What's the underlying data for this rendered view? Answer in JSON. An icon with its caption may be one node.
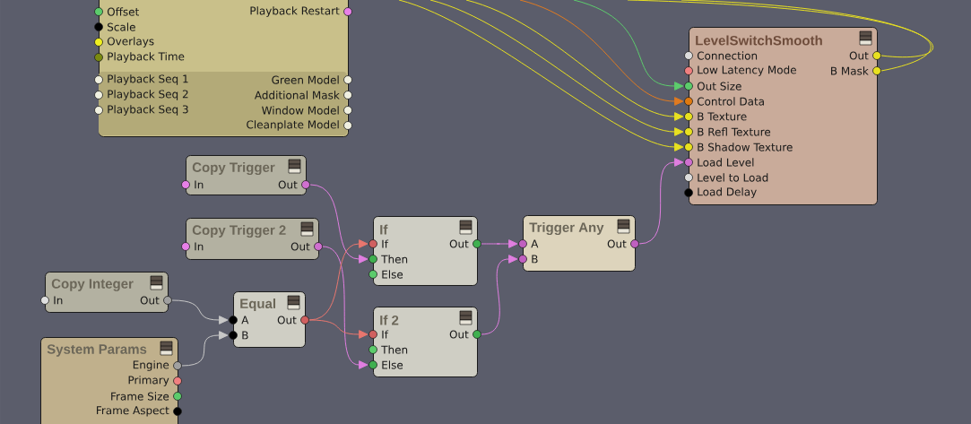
{
  "diagram": {
    "nodes": [
      {
        "text": [],
        "shape": "box"
      },
      {
        "text": [
          "Offset"
        ],
        "in": 0
      },
      {
        "text": [
          "Scale"
        ],
        "in": 0
      },
      {
        "text": [
          "Overlays"
        ],
        "in": 0
      },
      {
        "text": [
          "Playback Time"
        ],
        "in": 0
      },
      {
        "text": [
          "Playback Restart"
        ],
        "in": 0
      },
      {
        "text": [
          "Playback Seq 1"
        ],
        "in": 0
      },
      {
        "text": [
          "Playback Seq 2"
        ],
        "in": 0
      },
      {
        "text": [
          "Playback Seq 3"
        ],
        "in": 0
      },
      {
        "text": [
          "Green Model"
        ],
        "in": 0
      },
      {
        "text": [
          "Additional Mask"
        ],
        "in": 0
      },
      {
        "text": [
          "Window Model"
        ],
        "in": 0
      },
      {
        "text": [
          "Cleanplate Model"
        ],
        "in": 0
      },
      {
        "text": [
          "LevelSwitchSmooth"
        ]
      },
      {
        "text": [
          "Connection"
        ],
        "in": 13
      },
      {
        "text": [
          "Low Latency Mode"
        ],
        "in": 13
      },
      {
        "text": [
          "Out Size"
        ],
        "in": 13
      },
      {
        "text": [
          "Control Data"
        ],
        "in": 13
      },
      {
        "text": [
          "B Texture"
        ],
        "in": 13
      },
      {
        "text": [
          "B Refl Texture"
        ],
        "in": 13
      },
      {
        "text": [
          "B Shadow Texture"
        ],
        "in": 13
      },
      {
        "text": [
          "Load Level"
        ],
        "in": 13
      },
      {
        "text": [
          "Level to Load"
        ],
        "in": 13
      },
      {
        "text": [
          "Load Delay"
        ],
        "in": 13
      },
      {
        "text": [
          "Out"
        ],
        "in": 13
      },
      {
        "text": [
          "B Mask"
        ],
        "in": 13
      },
      {
        "text": [
          "Copy Trigger"
        ]
      },
      {
        "text": [
          "In"
        ],
        "in": 26
      },
      {
        "text": [
          "Out"
        ],
        "in": 26
      },
      {
        "text": [
          "Copy Trigger 2"
        ]
      },
      {
        "text": [
          "In"
        ],
        "in": 29
      },
      {
        "text": [
          "Out"
        ],
        "in": 29
      },
      {
        "text": [
          "If"
        ]
      },
      {
        "text": [
          "If"
        ],
        "in": 32
      },
      {
        "text": [
          "Then"
        ],
        "in": 32
      },
      {
        "text": [
          "Else"
        ],
        "in": 32
      },
      {
        "text": [
          "Out"
        ],
        "in": 32
      },
      {
        "text": [
          "Trigger Any"
        ]
      },
      {
        "text": [
          "A"
        ],
        "in": 37
      },
      {
        "text": [
          "B"
        ],
        "in": 37
      },
      {
        "text": [
          "Out"
        ],
        "in": 37
      },
      {
        "text": [
          "Copy Integer"
        ]
      },
      {
        "text": [
          "In"
        ],
        "in": 41
      },
      {
        "text": [
          "Out"
        ],
        "in": 41
      },
      {
        "text": [
          "Equal"
        ]
      },
      {
        "text": [
          "A"
        ],
        "in": 44
      },
      {
        "text": [
          "B"
        ],
        "in": 44
      },
      {
        "text": [
          "Out"
        ],
        "in": 44
      },
      {
        "text": [
          "If 2"
        ]
      },
      {
        "text": [
          "If"
        ],
        "in": 48
      },
      {
        "text": [
          "Then"
        ],
        "in": 48
      },
      {
        "text": [
          "Else"
        ],
        "in": 48
      },
      {
        "text": [
          "Out"
        ],
        "in": 48
      },
      {
        "text": [
          "System Params"
        ]
      },
      {
        "text": [
          "Engine"
        ],
        "in": 53
      },
      {
        "text": [
          "Primary"
        ],
        "in": 53
      },
      {
        "text": [
          "Frame Size"
        ],
        "in": 53
      },
      {
        "text": [
          "Frame Aspect"
        ],
        "in": 53
      }
    ],
    "edges": [
      {
        "from": 28,
        "to": 34,
        "arrow": "to",
        "color": "#e07ee0"
      },
      {
        "from": 31,
        "to": 51,
        "arrow": "to",
        "color": "#e07ee0"
      },
      {
        "from": 47,
        "to": 33,
        "arrow": "to",
        "color": "#e8766e"
      },
      {
        "from": 47,
        "to": 49,
        "arrow": "to",
        "color": "#e8766e"
      },
      {
        "from": 43,
        "to": 45,
        "arrow": "to",
        "color": "#c8c8c8"
      },
      {
        "from": 54,
        "to": 46,
        "arrow": "to",
        "color": "#c8c8c8"
      },
      {
        "from": 36,
        "to": 38,
        "arrow": "to",
        "color": "#e07ee0"
      },
      {
        "from": 52,
        "to": 39,
        "arrow": "to",
        "color": "#e07ee0"
      },
      {
        "from": 40,
        "to": 21,
        "arrow": "to",
        "color": "#e07ee0"
      },
      {
        "from": null,
        "to": 16,
        "arrow": "to",
        "color": "#5ccc6c"
      },
      {
        "from": null,
        "to": 17,
        "arrow": "to",
        "color": "#e07a20"
      },
      {
        "from": null,
        "to": 18,
        "arrow": "to",
        "color": "#e8e020"
      },
      {
        "from": null,
        "to": 19,
        "arrow": "to",
        "color": "#e8e020"
      },
      {
        "from": null,
        "to": 20,
        "arrow": "to",
        "color": "#e8e020"
      },
      {
        "from": 24,
        "to": null,
        "arrow": "none",
        "color": "#e8e020"
      },
      {
        "from": 25,
        "to": null,
        "arrow": "none",
        "color": "#e8e020"
      }
    ]
  }
}
